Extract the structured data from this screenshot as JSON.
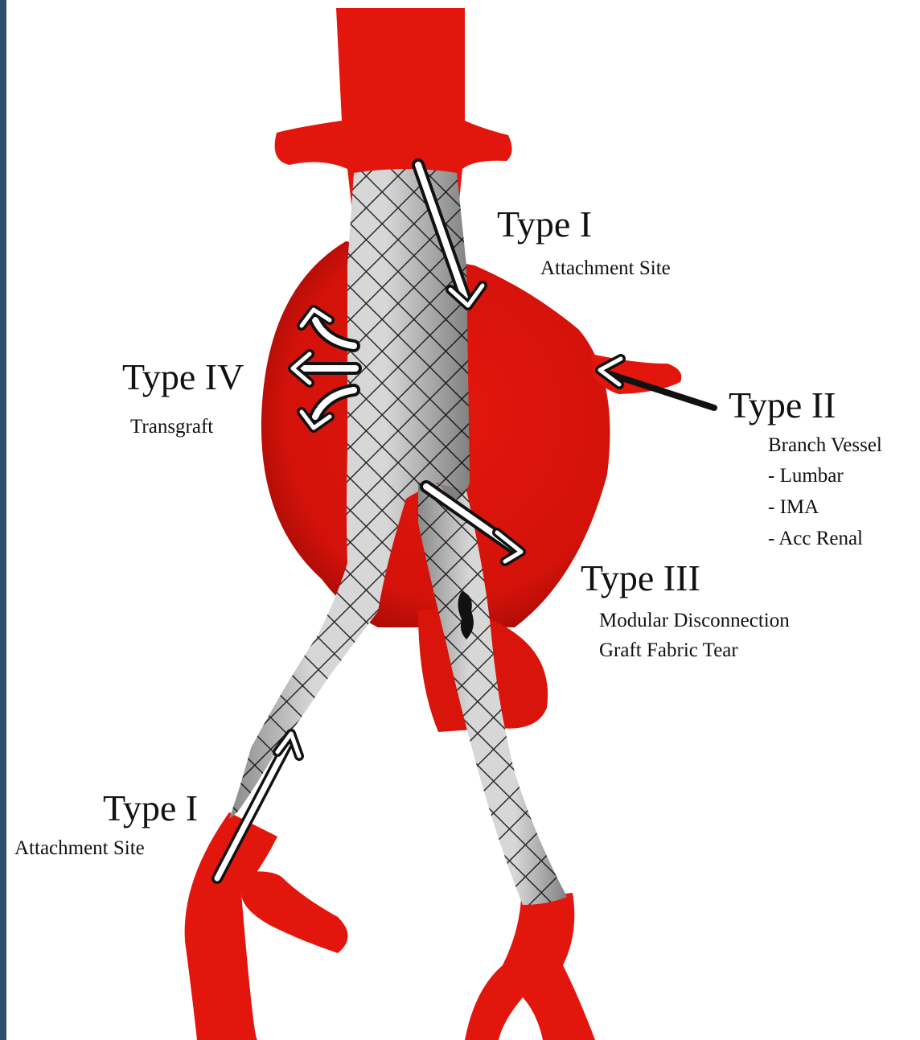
{
  "labels": {
    "type1_top": {
      "title": "Type I",
      "sub": "Attachment Site"
    },
    "type4": {
      "title": "Type IV",
      "sub": "Transgraft"
    },
    "type2": {
      "title": "Type II",
      "sub": "Branch Vessel",
      "items": [
        "- Lumbar",
        "- IMA",
        "- Acc Renal"
      ]
    },
    "type3": {
      "title": "Type III",
      "sub1": "Modular Disconnection",
      "sub2": "Graft Fabric Tear"
    },
    "type1_bottom": {
      "title": "Type I",
      "sub": "Attachment Site"
    }
  },
  "colors": {
    "vessel": "#e3160d",
    "vessel_dark": "#b40c07",
    "graft": "#c9c9c9",
    "mesh": "#2b2b2b",
    "sidebar": "#2f4f70"
  }
}
